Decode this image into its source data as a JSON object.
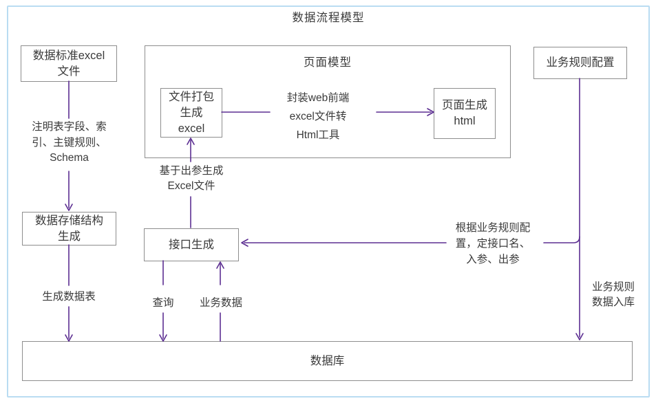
{
  "title": "数据流程模型",
  "colors": {
    "frame_border": "#b9dcf2",
    "box_border": "#8d8d8d",
    "text": "#3a3a3a",
    "arrow": "#5b2d91",
    "background": "#ffffff"
  },
  "nodes": {
    "std_excel": {
      "label": "数据标准excel\n文件"
    },
    "page_model": {
      "label": "页面模型"
    },
    "file_pack": {
      "label": "文件打包\n生成\nexcel"
    },
    "page_gen": {
      "label": "页面生成\nhtml"
    },
    "biz_rule": {
      "label": "业务规则配置"
    },
    "storage_gen": {
      "label": "数据存储结构\n生成"
    },
    "api_gen": {
      "label": "接口生成"
    },
    "database": {
      "label": "数据库"
    }
  },
  "edge_labels": {
    "schema_note": "注明表字段、索\n引、主键规则、\nSchema",
    "gen_table": "生成数据表",
    "wrap_tool": "封装web前端\nexcel文件转\nHtml工具",
    "excel_from_out": "基于出参生成\nExcel文件",
    "query": "查询",
    "biz_data": "业务数据",
    "rule_to_api": "根据业务规则配\n置，定接口名、\n入参、出参",
    "rule_to_db": "业务规则\n数据入库"
  }
}
